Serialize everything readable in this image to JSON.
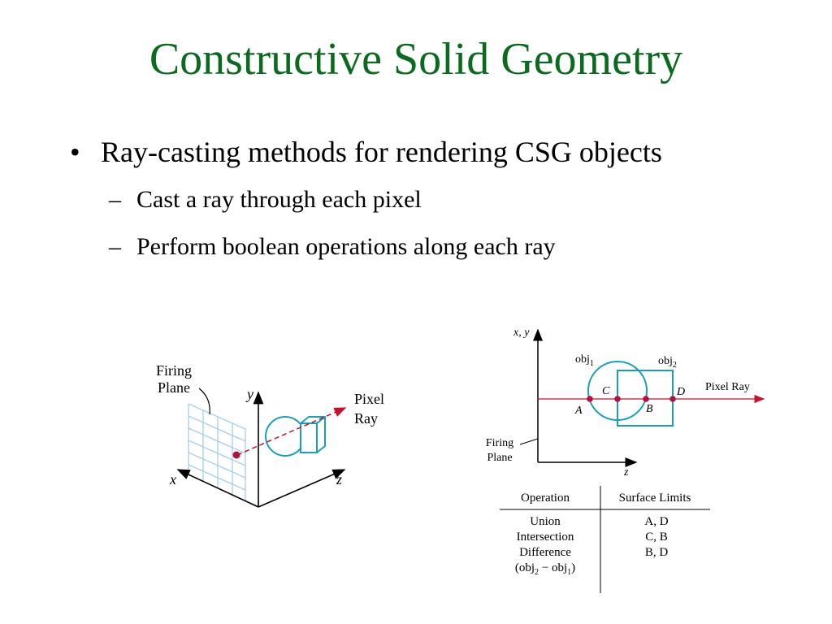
{
  "slide": {
    "title": "Constructive Solid Geometry",
    "bullets": [
      {
        "text": "Ray-casting methods for rendering CSG objects",
        "subs": [
          "Cast a ray through each pixel",
          "Perform boolean operations along each ray"
        ]
      }
    ]
  },
  "left_figure": {
    "firing_plane_line1": "Firing",
    "firing_plane_line2": "Plane",
    "axis_y": "y",
    "axis_x": "x",
    "axis_z": "z",
    "pixel_ray_line1": "Pixel",
    "pixel_ray_line2": "Ray"
  },
  "right_figure": {
    "axis_xy": "x, y",
    "axis_z": "z",
    "obj1": "obj",
    "obj1_sub": "1",
    "obj2": "obj",
    "obj2_sub": "2",
    "pixel_ray": "Pixel Ray",
    "firing_plane_line1": "Firing",
    "firing_plane_line2": "Plane",
    "points": [
      "A",
      "C",
      "B",
      "D"
    ]
  },
  "table": {
    "headers": [
      "Operation",
      "Surface Limits"
    ],
    "rows": [
      {
        "operation": "Union",
        "limits": "A, D"
      },
      {
        "operation": "Intersection",
        "limits": "C, B"
      },
      {
        "operation": "Difference",
        "limits": "B, D"
      }
    ],
    "difference_note": {
      "open": "(obj",
      "sub1": "2",
      "minus": " − obj",
      "sub2": "1",
      "close": ")"
    }
  },
  "colors": {
    "title": "#0a6b1f",
    "object_stroke": "#1aa0b4",
    "ray": "#c8102e",
    "grid": "#a9cfe8"
  }
}
